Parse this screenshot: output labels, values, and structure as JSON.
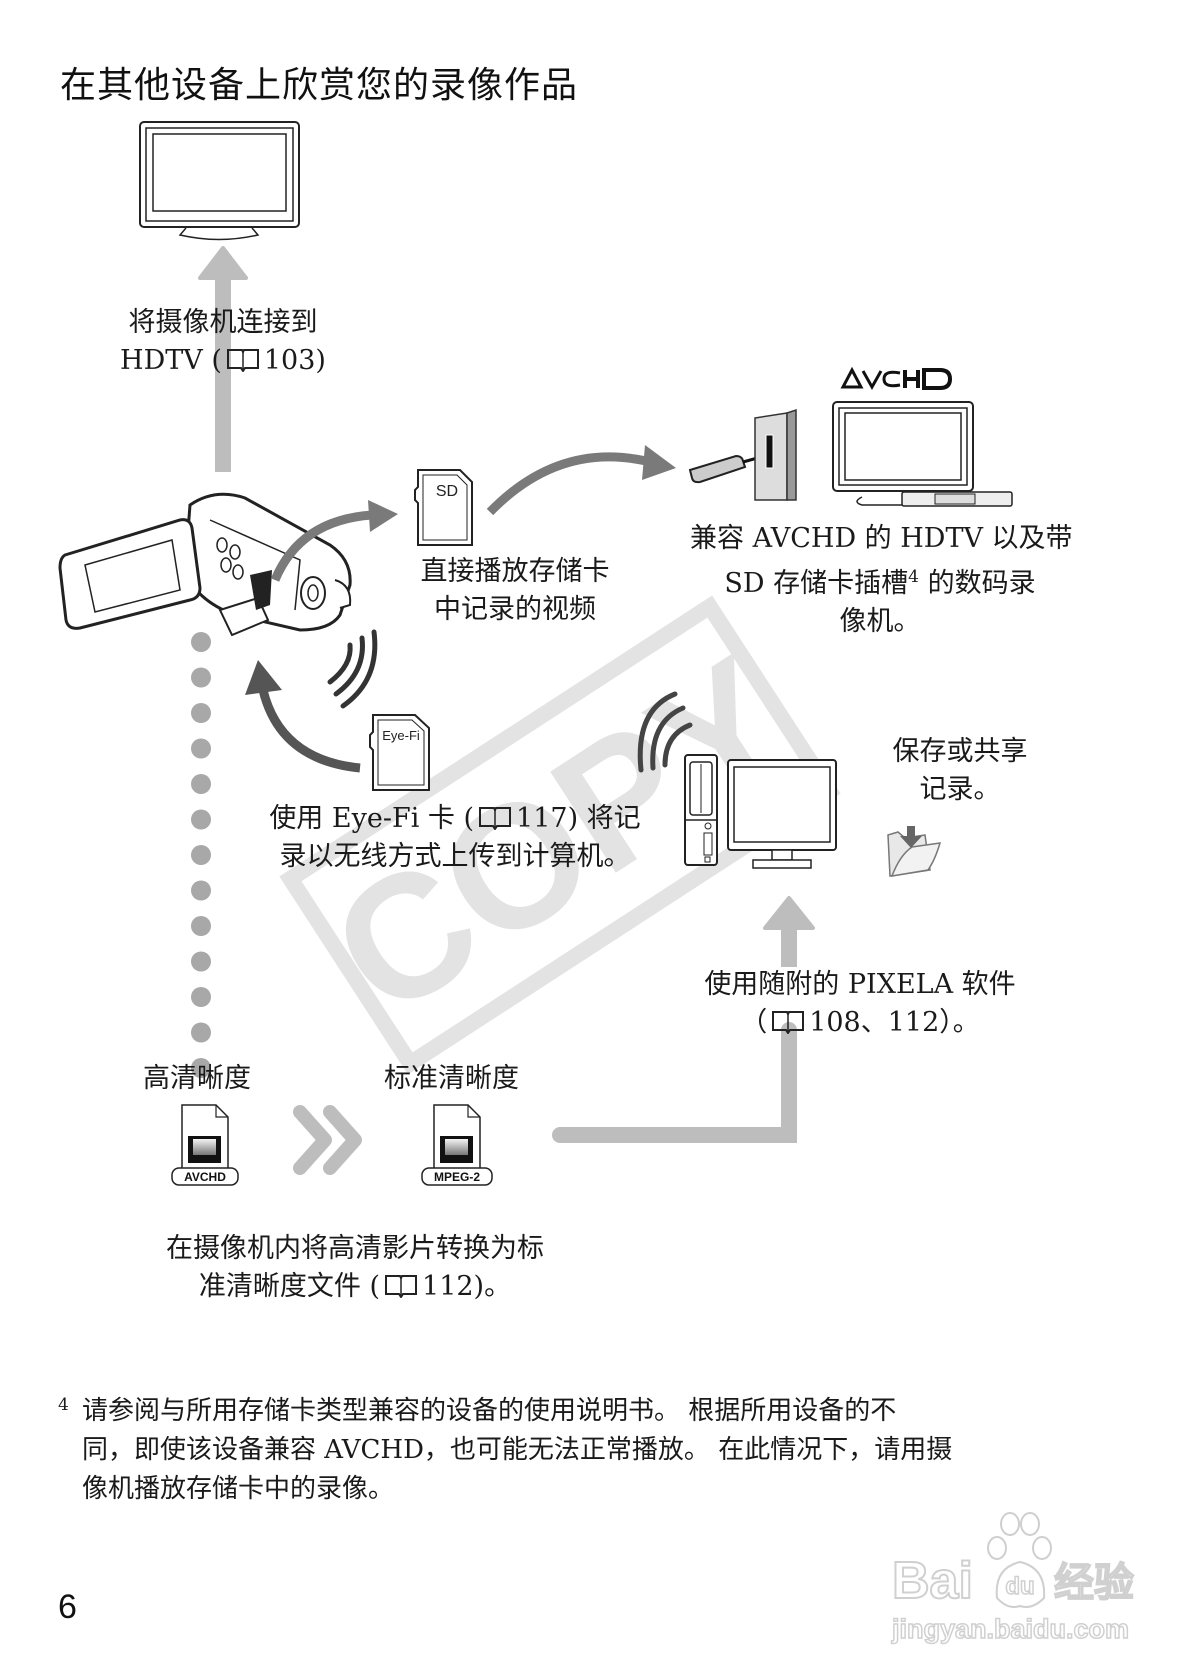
{
  "page": {
    "title": "在其他设备上欣赏您的录像作品",
    "page_number": "6"
  },
  "hdtv": {
    "line1": "将摄像机连接到",
    "line2_prefix": "HDTV (",
    "line2_page": "103)",
    "icon": "tv-icon"
  },
  "sd_play": {
    "card_label": "SD",
    "line1": "直接播放存储卡",
    "line2": "中记录的视频"
  },
  "avchd_devices": {
    "logo": "AVCHD",
    "line1": "兼容 AVCHD 的 HDTV 以及带",
    "line2_prefix": "SD 存储卡插槽",
    "line2_sup": "4",
    "line2_suffix": " 的数码录",
    "line3": "像机。"
  },
  "eyefi": {
    "card_label": "Eye-Fi",
    "line1_prefix": "使用 Eye-Fi 卡 (",
    "line1_suffix": "117) 将记",
    "line2": "录以无线方式上传到计算机。"
  },
  "save_share": {
    "line1": "保存或共享",
    "line2": "记录。"
  },
  "pixela": {
    "line1": "使用随附的 PIXELA 软件",
    "line2_prefix": "（",
    "line2_suffix": "108、112）。"
  },
  "conversion": {
    "hd_label": "高清晰度",
    "sd_label": "标准清晰度",
    "hd_file_tag": "AVCHD",
    "sd_file_tag": "MPEG-2",
    "line1": "在摄像机内将高清影片转换为标",
    "line2_prefix": "准清晰度文件 (",
    "line2_suffix": "112)。"
  },
  "footnote": {
    "mark": "4",
    "lines": [
      "请参阅与所用存储卡类型兼容的设备的使用说明书。 根据所用设备的不",
      "同，即使该设备兼容 AVCHD，也可能无法正常播放。 在此情况下，请用摄",
      "像机播放存储卡中的录像。"
    ]
  },
  "watermarks": {
    "copy": "COPY",
    "baidu_brand": "Bai",
    "baidu_du": "du",
    "baidu_cn": "经验",
    "baidu_url": "jingyan.baidu.com"
  },
  "colors": {
    "arrow_light": "#bdbdbd",
    "arrow_dark": "#7a7a7a",
    "dots": "#a8a8a8",
    "copy_watermark": "#e3e3e3",
    "text": "#1a1a1a"
  }
}
